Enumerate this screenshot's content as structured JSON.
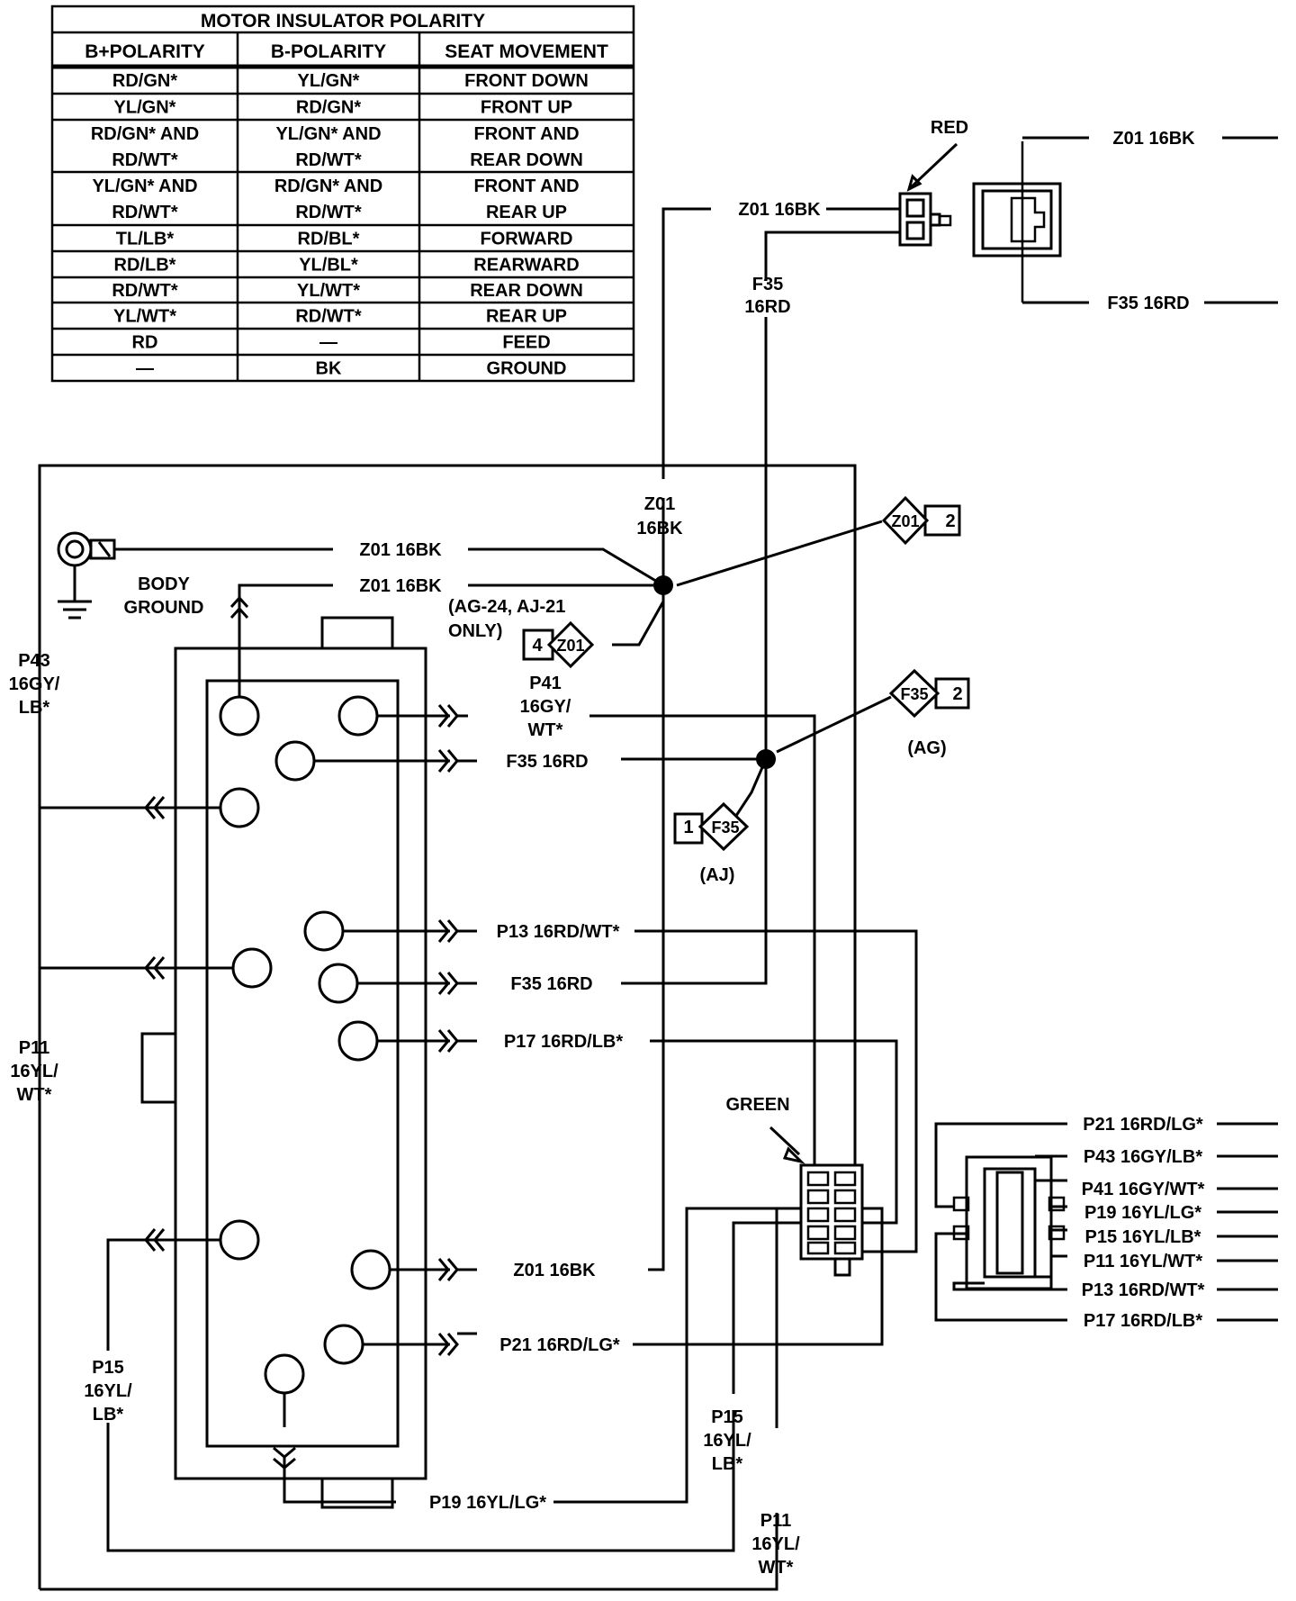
{
  "table": {
    "title": "MOTOR INSULATOR POLARITY",
    "headers": [
      "B+POLARITY",
      "B-POLARITY",
      "SEAT MOVEMENT"
    ],
    "rows": [
      [
        [
          "RD/GN*"
        ],
        [
          "YL/GN*"
        ],
        [
          "FRONT DOWN"
        ]
      ],
      [
        [
          "YL/GN*"
        ],
        [
          "RD/GN*"
        ],
        [
          "FRONT UP"
        ]
      ],
      [
        [
          "RD/GN* AND",
          "RD/WT*"
        ],
        [
          "YL/GN* AND",
          "RD/WT*"
        ],
        [
          "FRONT AND",
          "REAR DOWN"
        ]
      ],
      [
        [
          "YL/GN* AND",
          "RD/WT*"
        ],
        [
          "RD/GN* AND",
          "RD/WT*"
        ],
        [
          "FRONT AND",
          "REAR UP"
        ]
      ],
      [
        [
          "TL/LB*"
        ],
        [
          "RD/BL*"
        ],
        [
          "FORWARD"
        ]
      ],
      [
        [
          "RD/LB*"
        ],
        [
          "YL/BL*"
        ],
        [
          "REARWARD"
        ]
      ],
      [
        [
          "RD/WT*"
        ],
        [
          "YL/WT*"
        ],
        [
          "REAR DOWN"
        ]
      ],
      [
        [
          "YL/WT*"
        ],
        [
          "RD/WT*"
        ],
        [
          "REAR UP"
        ]
      ],
      [
        [
          "RD"
        ],
        [
          "—"
        ],
        [
          "FEED"
        ]
      ],
      [
        [
          "—"
        ],
        [
          "BK"
        ],
        [
          "GROUND"
        ]
      ]
    ]
  },
  "labels": {
    "red": "RED",
    "green": "GREEN",
    "body_ground": [
      "BODY",
      "GROUND"
    ],
    "only_note": [
      "(AG-24, AJ-21",
      "ONLY)"
    ],
    "ag": "(AG)",
    "aj": "(AJ)",
    "top_z01": "Z01   16BK",
    "top_f35": [
      "F35",
      "16RD"
    ],
    "right_z01": "Z01   16BK",
    "right_f35": "F35 16RD",
    "vert_z01": [
      "Z01",
      "16BK"
    ],
    "ground_z01_a": "Z01   16BK",
    "ground_z01_b": "Z01   16BK",
    "p41_label": [
      "P41",
      "16GY/",
      "WT*"
    ],
    "f35_mid": "F35   16RD",
    "p13": "P13 16RD/WT*",
    "f35_low": "F35   16RD",
    "p17": "P17 16RD/LB*",
    "z01_low": "Z01 16BK",
    "p21": "P21 16RD/LG*",
    "p19": "P19 16YL/LG*",
    "p43_left": [
      "P43",
      "16GY/",
      "LB*"
    ],
    "p11_left": [
      "P11",
      "16YL/",
      "WT*"
    ],
    "p15_left": [
      "P15",
      "16YL/",
      "LB*"
    ],
    "p15_bottom": [
      "P15",
      "16YL/",
      "LB*"
    ],
    "p11_bottom": [
      "P11",
      "16YL/",
      "WT*"
    ],
    "splice_z01_a": {
      "id": "Z01",
      "num": "2"
    },
    "splice_z01_b": {
      "id": "Z01",
      "num": "4"
    },
    "splice_f35_a": {
      "id": "F35",
      "num": "2"
    },
    "splice_f35_b": {
      "id": "F35",
      "num": "1"
    },
    "connector_right": [
      "P21 16RD/LG*",
      "P43 16GY/LB*",
      "P41 16GY/WT*",
      "P19 16YL/LG*",
      "P15 16YL/LB*",
      "P11 16YL/WT*",
      "P13 16RD/WT*",
      "P17 16RD/LB*"
    ]
  }
}
